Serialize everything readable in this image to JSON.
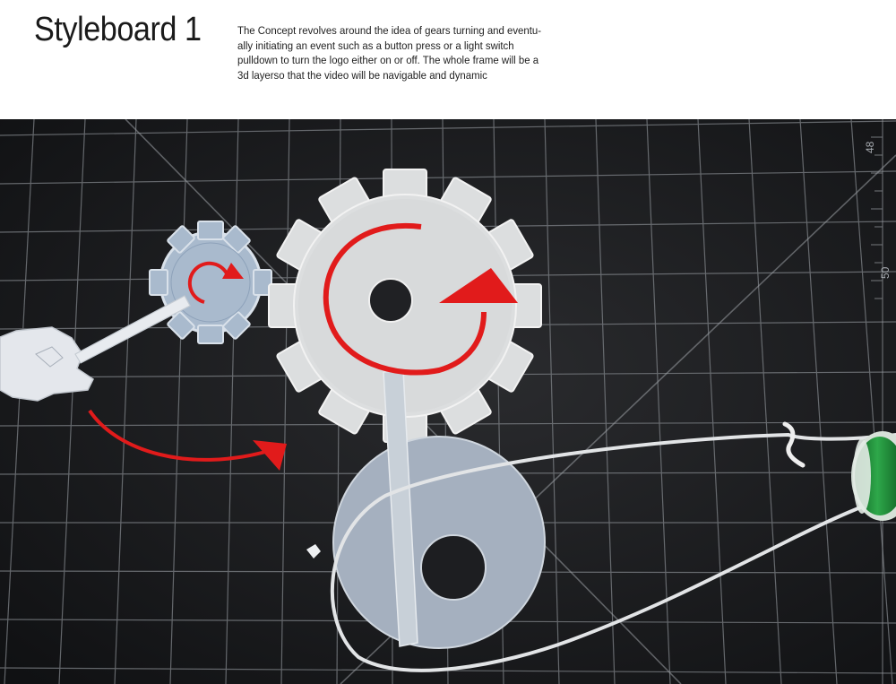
{
  "header": {
    "title": "Styleboard 1",
    "description_lines": [
      "The Concept revolves around the idea of gears turning and eventu-",
      "ally initiating an event such as a button press or a light switch",
      "pulldown to turn the logo either on or off. The whole frame will be a",
      "3d layerso that the video will be navigable and dynamic"
    ]
  },
  "photo": {
    "mat_ruler_marks": [
      "48",
      "50"
    ],
    "colors": {
      "cutting_mat": "#1b1c1e",
      "grid_line": "#8a8d92",
      "cardboard": "#d9dbdd",
      "blue_paper": "#a8b9cc",
      "arrow_red": "#e21b1b",
      "spool_green": "#1f8a35"
    }
  }
}
